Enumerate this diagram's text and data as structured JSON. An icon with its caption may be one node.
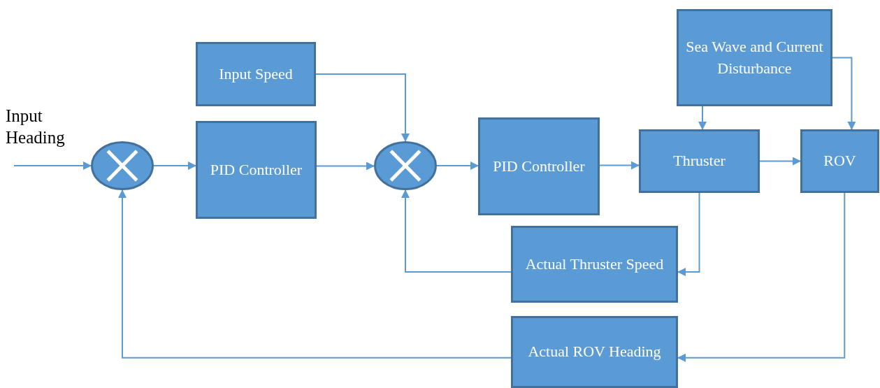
{
  "diagram": {
    "nodes": [
      {
        "text": [],
        "shape": "circle"
      },
      {
        "text": [
          "PID Controller"
        ]
      },
      {
        "text": [
          "Input Speed"
        ]
      },
      {
        "text": [],
        "shape": "circle"
      },
      {
        "text": [
          "PID Controller"
        ]
      },
      {
        "text": [
          "Sea Wave and Current Disturbance"
        ]
      },
      {
        "text": [
          "Thruster"
        ]
      },
      {
        "text": [
          "ROV"
        ]
      },
      {
        "text": [
          "Actual Thruster Speed"
        ]
      },
      {
        "text": [
          "Actual ROV Heading"
        ]
      }
    ],
    "edges": [
      {
        "from": null,
        "to": 0,
        "arrow": "to"
      },
      {
        "from": 0,
        "to": 1,
        "arrow": "to"
      },
      {
        "from": 2,
        "to": 3,
        "arrow": "to"
      },
      {
        "from": 1,
        "to": 3,
        "arrow": "to"
      },
      {
        "from": 3,
        "to": 4,
        "arrow": "to"
      },
      {
        "from": 4,
        "to": 6,
        "arrow": "to"
      },
      {
        "from": 5,
        "to": 6,
        "arrow": "to"
      },
      {
        "from": 5,
        "to": 7,
        "arrow": "to"
      },
      {
        "from": 6,
        "to": 7,
        "arrow": "to"
      },
      {
        "from": 6,
        "to": 8,
        "arrow": "to"
      },
      {
        "from": 8,
        "to": 3,
        "arrow": "to"
      },
      {
        "from": 7,
        "to": 9,
        "arrow": "to"
      },
      {
        "from": 9,
        "to": 0,
        "arrow": "to"
      }
    ],
    "labels": [
      "Input Heading"
    ]
  }
}
